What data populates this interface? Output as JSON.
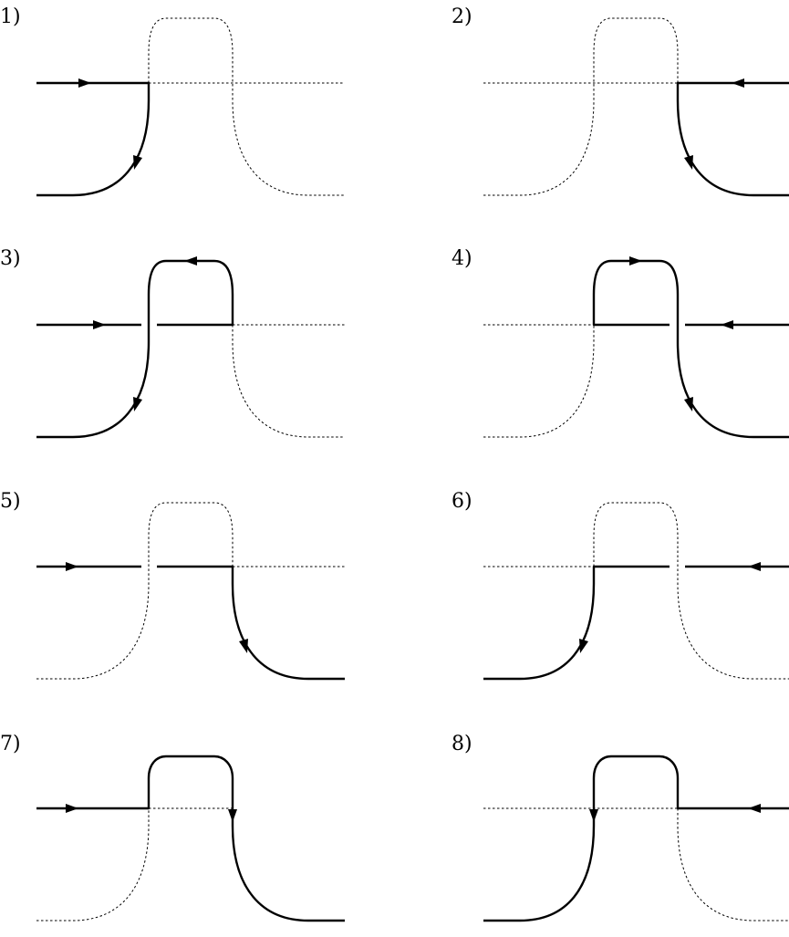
{
  "panels": [
    {
      "label": "1)"
    },
    {
      "label": "2)"
    },
    {
      "label": "3)"
    },
    {
      "label": "4)"
    },
    {
      "label": "5)"
    },
    {
      "label": "6)"
    },
    {
      "label": "7)"
    },
    {
      "label": "8)"
    }
  ]
}
